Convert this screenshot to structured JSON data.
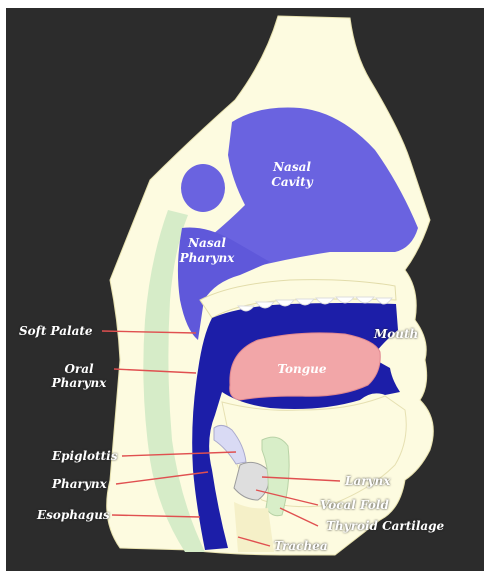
{
  "diagram": {
    "labels": {
      "nasal_cavity": [
        "Nasal",
        "Cavity"
      ],
      "nasal_pharynx": [
        "Nasal",
        "Pharynx"
      ],
      "mouth": "Mouth",
      "tongue": "Tongue",
      "soft_palate": "Soft Palate",
      "oral_pharynx": [
        "Oral",
        "Pharynx"
      ],
      "epiglottis": "Epiglottis",
      "pharynx": "Pharynx",
      "esophagus": "Esophagus",
      "larynx": "Larynx",
      "vocal_fold": "Vocal Fold",
      "thyroid_cartilage": "Thyroid Cartilage",
      "trachea": "Trachea"
    },
    "colors": {
      "background": "#2c2c2c",
      "tissue": "#fdfbe0",
      "airway": "#5550d8",
      "tongue": "#f2a6a8",
      "leader_line": "#e05050"
    }
  }
}
